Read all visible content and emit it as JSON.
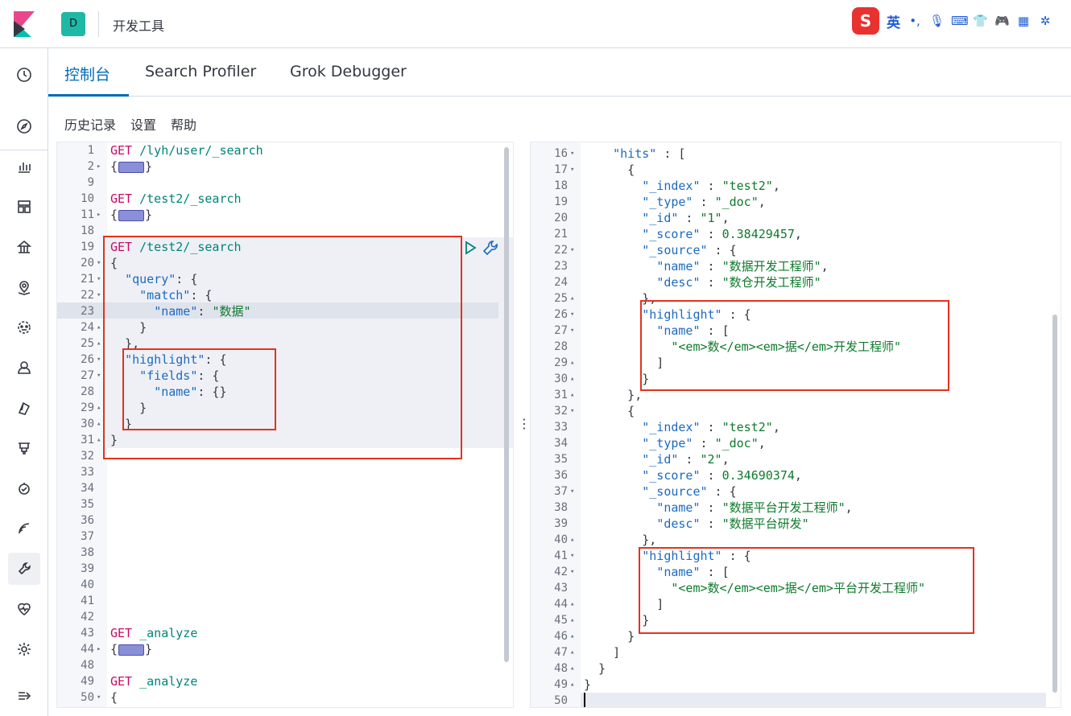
{
  "header": {
    "space_letter": "D",
    "app_title": "开发工具",
    "ime_label": "英",
    "ime_punct": "•,",
    "ime_s": "S"
  },
  "tabs": [
    {
      "label": "控制台",
      "active": true
    },
    {
      "label": "Search Profiler",
      "active": false
    },
    {
      "label": "Grok Debugger",
      "active": false
    }
  ],
  "submenu": {
    "history": "历史记录",
    "settings": "设置",
    "help": "帮助"
  },
  "left_editor": {
    "lines": [
      {
        "n": "1",
        "fold": "",
        "tokens": [
          [
            "m",
            "GET "
          ],
          [
            "u",
            "/lyh/user/_search"
          ]
        ]
      },
      {
        "n": "2",
        "fold": "▸",
        "tokens": [
          [
            "p",
            "{"
          ],
          [
            "box",
            ""
          ],
          [
            "p",
            "}"
          ]
        ]
      },
      {
        "n": "9",
        "fold": "",
        "tokens": []
      },
      {
        "n": "10",
        "fold": "",
        "tokens": [
          [
            "m",
            "GET "
          ],
          [
            "u",
            "/test2/_search"
          ]
        ]
      },
      {
        "n": "11",
        "fold": "▸",
        "tokens": [
          [
            "p",
            "{"
          ],
          [
            "box",
            ""
          ],
          [
            "p",
            "}"
          ]
        ]
      },
      {
        "n": "18",
        "fold": "",
        "tokens": []
      },
      {
        "n": "19",
        "fold": "",
        "tokens": [
          [
            "m",
            "GET "
          ],
          [
            "u",
            "/test2/_search"
          ]
        ]
      },
      {
        "n": "20",
        "fold": "▾",
        "tokens": [
          [
            "p",
            "{"
          ]
        ]
      },
      {
        "n": "21",
        "fold": "▾",
        "tokens": [
          [
            "p",
            "  "
          ],
          [
            "k",
            "\"query\""
          ],
          [
            "p",
            ": {"
          ]
        ]
      },
      {
        "n": "22",
        "fold": "▾",
        "tokens": [
          [
            "p",
            "    "
          ],
          [
            "k",
            "\"match\""
          ],
          [
            "p",
            ": {"
          ]
        ]
      },
      {
        "n": "23",
        "fold": "",
        "tokens": [
          [
            "p",
            "      "
          ],
          [
            "k",
            "\"name\""
          ],
          [
            "p",
            ": "
          ],
          [
            "s",
            "\"数据\""
          ]
        ]
      },
      {
        "n": "24",
        "fold": "▴",
        "tokens": [
          [
            "p",
            "    }"
          ]
        ]
      },
      {
        "n": "25",
        "fold": "▴",
        "tokens": [
          [
            "p",
            "  },"
          ]
        ]
      },
      {
        "n": "26",
        "fold": "▾",
        "tokens": [
          [
            "p",
            "  "
          ],
          [
            "k",
            "\"highlight\""
          ],
          [
            "p",
            ": {"
          ]
        ]
      },
      {
        "n": "27",
        "fold": "▾",
        "tokens": [
          [
            "p",
            "    "
          ],
          [
            "k",
            "\"fields\""
          ],
          [
            "p",
            ": {"
          ]
        ]
      },
      {
        "n": "28",
        "fold": "",
        "tokens": [
          [
            "p",
            "      "
          ],
          [
            "k",
            "\"name\""
          ],
          [
            "p",
            ": {}"
          ]
        ]
      },
      {
        "n": "29",
        "fold": "▴",
        "tokens": [
          [
            "p",
            "    }"
          ]
        ]
      },
      {
        "n": "30",
        "fold": "▴",
        "tokens": [
          [
            "p",
            "  }"
          ]
        ]
      },
      {
        "n": "31",
        "fold": "▴",
        "tokens": [
          [
            "p",
            "}"
          ]
        ]
      },
      {
        "n": "32",
        "fold": "",
        "tokens": []
      },
      {
        "n": "33",
        "fold": "",
        "tokens": []
      },
      {
        "n": "34",
        "fold": "",
        "tokens": []
      },
      {
        "n": "35",
        "fold": "",
        "tokens": []
      },
      {
        "n": "36",
        "fold": "",
        "tokens": []
      },
      {
        "n": "37",
        "fold": "",
        "tokens": []
      },
      {
        "n": "38",
        "fold": "",
        "tokens": []
      },
      {
        "n": "39",
        "fold": "",
        "tokens": []
      },
      {
        "n": "40",
        "fold": "",
        "tokens": []
      },
      {
        "n": "41",
        "fold": "",
        "tokens": []
      },
      {
        "n": "42",
        "fold": "",
        "tokens": []
      },
      {
        "n": "43",
        "fold": "",
        "tokens": [
          [
            "m",
            "GET "
          ],
          [
            "u",
            "_analyze"
          ]
        ]
      },
      {
        "n": "44",
        "fold": "▸",
        "tokens": [
          [
            "p",
            "{"
          ],
          [
            "box",
            ""
          ],
          [
            "p",
            "}"
          ]
        ]
      },
      {
        "n": "48",
        "fold": "",
        "tokens": []
      },
      {
        "n": "49",
        "fold": "",
        "tokens": [
          [
            "m",
            "GET "
          ],
          [
            "u",
            "_analyze"
          ]
        ]
      },
      {
        "n": "50",
        "fold": "▾",
        "tokens": [
          [
            "p",
            "{"
          ]
        ]
      }
    ]
  },
  "right_editor": {
    "lines": [
      {
        "n": "16",
        "fold": "▾",
        "tokens": [
          [
            "p",
            "    "
          ],
          [
            "k",
            "\"hits\""
          ],
          [
            "p",
            " : ["
          ]
        ]
      },
      {
        "n": "17",
        "fold": "▾",
        "tokens": [
          [
            "p",
            "      {"
          ]
        ]
      },
      {
        "n": "18",
        "fold": "",
        "tokens": [
          [
            "p",
            "        "
          ],
          [
            "k",
            "\"_index\""
          ],
          [
            "p",
            " : "
          ],
          [
            "s",
            "\"test2\""
          ],
          [
            "p",
            ","
          ]
        ]
      },
      {
        "n": "19",
        "fold": "",
        "tokens": [
          [
            "p",
            "        "
          ],
          [
            "k",
            "\"_type\""
          ],
          [
            "p",
            " : "
          ],
          [
            "s",
            "\"_doc\""
          ],
          [
            "p",
            ","
          ]
        ]
      },
      {
        "n": "20",
        "fold": "",
        "tokens": [
          [
            "p",
            "        "
          ],
          [
            "k",
            "\"_id\""
          ],
          [
            "p",
            " : "
          ],
          [
            "s",
            "\"1\""
          ],
          [
            "p",
            ","
          ]
        ]
      },
      {
        "n": "21",
        "fold": "",
        "tokens": [
          [
            "p",
            "        "
          ],
          [
            "k",
            "\"_score\""
          ],
          [
            "p",
            " : "
          ],
          [
            "n",
            "0.38429457"
          ],
          [
            "p",
            ","
          ]
        ]
      },
      {
        "n": "22",
        "fold": "▾",
        "tokens": [
          [
            "p",
            "        "
          ],
          [
            "k",
            "\"_source\""
          ],
          [
            "p",
            " : {"
          ]
        ]
      },
      {
        "n": "23",
        "fold": "",
        "tokens": [
          [
            "p",
            "          "
          ],
          [
            "k",
            "\"name\""
          ],
          [
            "p",
            " : "
          ],
          [
            "s",
            "\"数据开发工程师\""
          ],
          [
            "p",
            ","
          ]
        ]
      },
      {
        "n": "24",
        "fold": "",
        "tokens": [
          [
            "p",
            "          "
          ],
          [
            "k",
            "\"desc\""
          ],
          [
            "p",
            " : "
          ],
          [
            "s",
            "\"数仓开发工程师\""
          ]
        ]
      },
      {
        "n": "25",
        "fold": "▴",
        "tokens": [
          [
            "p",
            "        },"
          ]
        ]
      },
      {
        "n": "26",
        "fold": "▾",
        "tokens": [
          [
            "p",
            "        "
          ],
          [
            "k",
            "\"highlight\""
          ],
          [
            "p",
            " : {"
          ]
        ]
      },
      {
        "n": "27",
        "fold": "▾",
        "tokens": [
          [
            "p",
            "          "
          ],
          [
            "k",
            "\"name\""
          ],
          [
            "p",
            " : ["
          ]
        ]
      },
      {
        "n": "28",
        "fold": "",
        "tokens": [
          [
            "p",
            "            "
          ],
          [
            "s",
            "\"<em>数</em><em>据</em>开发工程师\""
          ]
        ]
      },
      {
        "n": "29",
        "fold": "▴",
        "tokens": [
          [
            "p",
            "          ]"
          ]
        ]
      },
      {
        "n": "30",
        "fold": "▴",
        "tokens": [
          [
            "p",
            "        }"
          ]
        ]
      },
      {
        "n": "31",
        "fold": "▴",
        "tokens": [
          [
            "p",
            "      },"
          ]
        ]
      },
      {
        "n": "32",
        "fold": "▾",
        "tokens": [
          [
            "p",
            "      {"
          ]
        ]
      },
      {
        "n": "33",
        "fold": "",
        "tokens": [
          [
            "p",
            "        "
          ],
          [
            "k",
            "\"_index\""
          ],
          [
            "p",
            " : "
          ],
          [
            "s",
            "\"test2\""
          ],
          [
            "p",
            ","
          ]
        ]
      },
      {
        "n": "34",
        "fold": "",
        "tokens": [
          [
            "p",
            "        "
          ],
          [
            "k",
            "\"_type\""
          ],
          [
            "p",
            " : "
          ],
          [
            "s",
            "\"_doc\""
          ],
          [
            "p",
            ","
          ]
        ]
      },
      {
        "n": "35",
        "fold": "",
        "tokens": [
          [
            "p",
            "        "
          ],
          [
            "k",
            "\"_id\""
          ],
          [
            "p",
            " : "
          ],
          [
            "s",
            "\"2\""
          ],
          [
            "p",
            ","
          ]
        ]
      },
      {
        "n": "36",
        "fold": "",
        "tokens": [
          [
            "p",
            "        "
          ],
          [
            "k",
            "\"_score\""
          ],
          [
            "p",
            " : "
          ],
          [
            "n",
            "0.34690374"
          ],
          [
            "p",
            ","
          ]
        ]
      },
      {
        "n": "37",
        "fold": "▾",
        "tokens": [
          [
            "p",
            "        "
          ],
          [
            "k",
            "\"_source\""
          ],
          [
            "p",
            " : {"
          ]
        ]
      },
      {
        "n": "38",
        "fold": "",
        "tokens": [
          [
            "p",
            "          "
          ],
          [
            "k",
            "\"name\""
          ],
          [
            "p",
            " : "
          ],
          [
            "s",
            "\"数据平台开发工程师\""
          ],
          [
            "p",
            ","
          ]
        ]
      },
      {
        "n": "39",
        "fold": "",
        "tokens": [
          [
            "p",
            "          "
          ],
          [
            "k",
            "\"desc\""
          ],
          [
            "p",
            " : "
          ],
          [
            "s",
            "\"数据平台研发\""
          ]
        ]
      },
      {
        "n": "40",
        "fold": "▴",
        "tokens": [
          [
            "p",
            "        },"
          ]
        ]
      },
      {
        "n": "41",
        "fold": "▾",
        "tokens": [
          [
            "p",
            "        "
          ],
          [
            "k",
            "\"highlight\""
          ],
          [
            "p",
            " : {"
          ]
        ]
      },
      {
        "n": "42",
        "fold": "▾",
        "tokens": [
          [
            "p",
            "          "
          ],
          [
            "k",
            "\"name\""
          ],
          [
            "p",
            " : ["
          ]
        ]
      },
      {
        "n": "43",
        "fold": "",
        "tokens": [
          [
            "p",
            "            "
          ],
          [
            "s",
            "\"<em>数</em><em>据</em>平台开发工程师\""
          ]
        ]
      },
      {
        "n": "44",
        "fold": "▴",
        "tokens": [
          [
            "p",
            "          ]"
          ]
        ]
      },
      {
        "n": "45",
        "fold": "▴",
        "tokens": [
          [
            "p",
            "        }"
          ]
        ]
      },
      {
        "n": "46",
        "fold": "▴",
        "tokens": [
          [
            "p",
            "      }"
          ]
        ]
      },
      {
        "n": "47",
        "fold": "▴",
        "tokens": [
          [
            "p",
            "    ]"
          ]
        ]
      },
      {
        "n": "48",
        "fold": "▴",
        "tokens": [
          [
            "p",
            "  }"
          ]
        ]
      },
      {
        "n": "49",
        "fold": "▴",
        "tokens": [
          [
            "p",
            "}"
          ]
        ]
      },
      {
        "n": "50",
        "fold": "",
        "tokens": []
      }
    ]
  },
  "colors": {
    "accent": "#006bb8",
    "annotation": "#e4321d",
    "method": "#c80a68",
    "url": "#00837a",
    "key": "#1c6abf",
    "string": "#0f7a2c"
  },
  "nav_icons": [
    "clock-icon",
    "compass-icon",
    "visualize-icon",
    "dashboard-icon",
    "canvas-icon",
    "maps-icon",
    "ml-icon",
    "infrastructure-icon",
    "logs-icon",
    "apm-icon",
    "uptime-icon",
    "siem-icon",
    "dev-tools-icon",
    "monitoring-icon",
    "management-icon",
    "collapse-icon"
  ]
}
